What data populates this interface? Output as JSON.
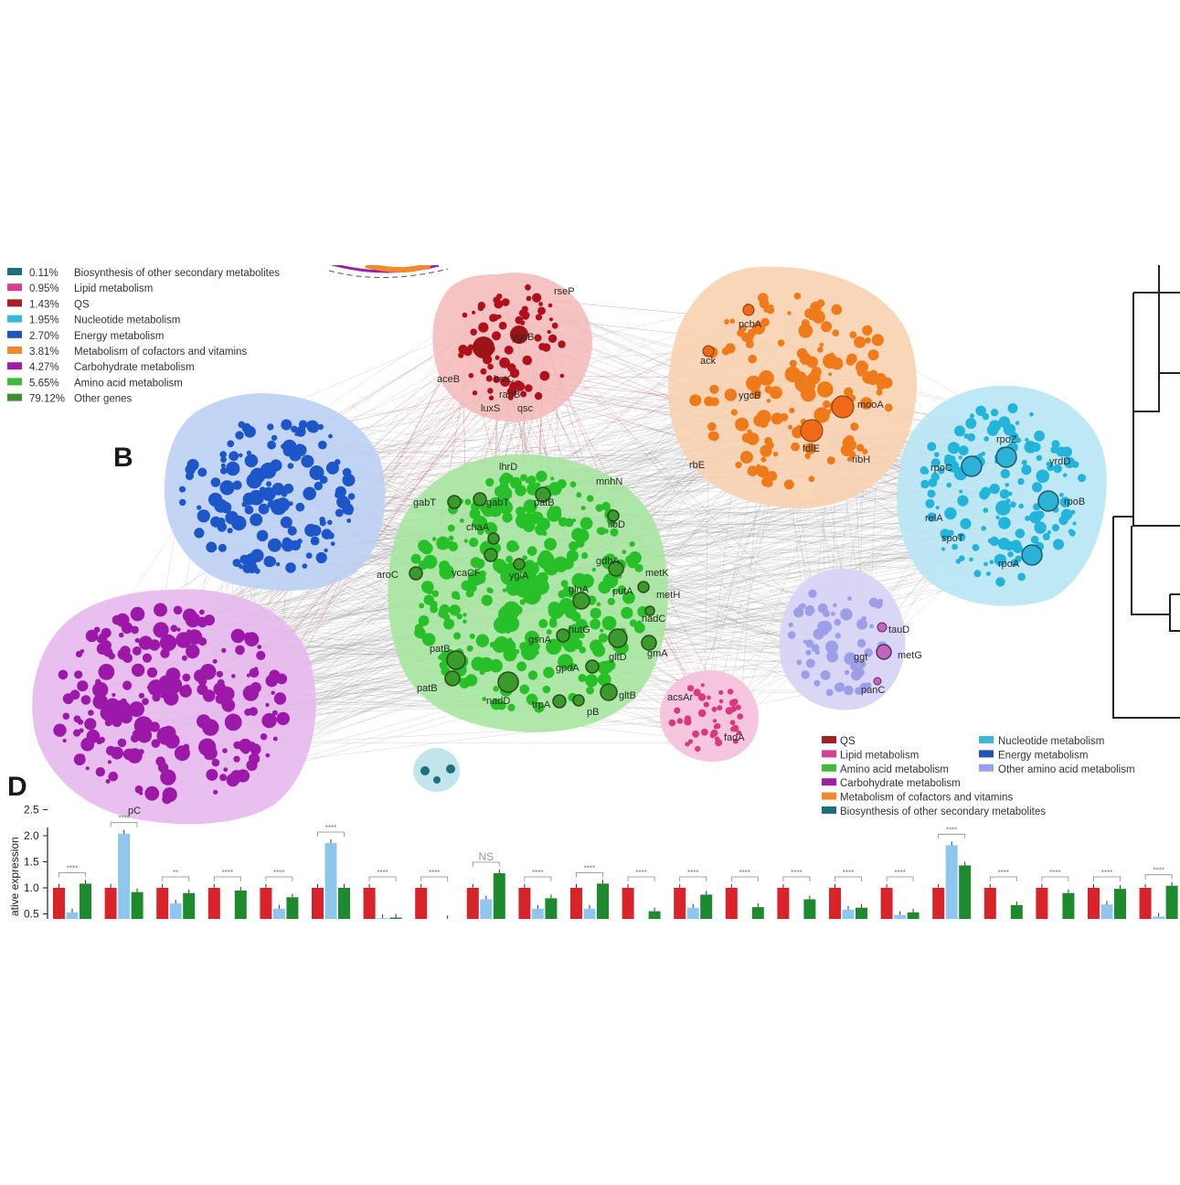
{
  "figure": {
    "panel_b": "B",
    "panel_d": "D",
    "percent_legend": [
      {
        "pct": "0.11%",
        "label": "Biosynthesis of other secondary metabolites",
        "color": "#1e6f7c"
      },
      {
        "pct": "0.95%",
        "label": "Lipid metabolism",
        "color": "#d4418e"
      },
      {
        "pct": "1.43%",
        "label": "QS",
        "color": "#a51d25"
      },
      {
        "pct": "1.95%",
        "label": "Nucleotide metabolism",
        "color": "#3ab8d8"
      },
      {
        "pct": "2.70%",
        "label": "Energy metabolism",
        "color": "#1f55b8"
      },
      {
        "pct": "3.81%",
        "label": "Metabolism of cofactors and vitamins",
        "color": "#f08a2c"
      },
      {
        "pct": "4.27%",
        "label": "Carbohydrate metabolism",
        "color": "#9c1fa8"
      },
      {
        "pct": "5.65%",
        "label": "Amino acid metabolism",
        "color": "#3fba3a"
      },
      {
        "pct": "79.12%",
        "label": "Other genes",
        "color": "#3f8f32"
      }
    ],
    "category_legend": [
      {
        "label": "QS",
        "color": "#a51d25"
      },
      {
        "label": "Lipid metabolism",
        "color": "#d4418e"
      },
      {
        "label": "Amino acid metabolism",
        "color": "#3fba3a"
      },
      {
        "label": "Carbohydrate metabolism",
        "color": "#9c1fa8"
      },
      {
        "label": "Metabolism of cofactors and vitamins",
        "color": "#f08a2c"
      },
      {
        "label": "Biosynthesis of other secondary metabolites",
        "color": "#1e6f7c"
      },
      {
        "label": "Nucleotide metabolism",
        "color": "#3ab8d8"
      },
      {
        "label": "Energy metabolism",
        "color": "#1f55b8"
      },
      {
        "label": "Other amino acid metabolism",
        "color": "#9b9ee8"
      }
    ],
    "gene_labels": {
      "qs": [
        "rseP",
        "ygcB",
        "bstC",
        "aceB",
        "ranB",
        "luxS",
        "qsc"
      ],
      "cofactors": [
        "pcbA",
        "ack",
        "ygcB",
        "mooA",
        "fdlE",
        "rbE",
        "ribH"
      ],
      "nucleotide": [
        "rpoC",
        "rpoZ",
        "yrdD",
        "rpoB",
        "relA",
        "spoT",
        "rpoA"
      ],
      "amino": [
        "gabT",
        "gabT",
        "patB",
        "mnhN",
        "lhrD",
        "ilbD",
        "chaA",
        "aroC",
        "ycaCF",
        "ygiA",
        "glnA",
        "gdhA",
        "putA",
        "metK",
        "metH",
        "nadC",
        "gsnA",
        "hutG",
        "gltD",
        "gmA",
        "patB",
        "gpdA",
        "trpA",
        "nadD",
        "gltB",
        "pB"
      ],
      "other_amino": [
        "tauD",
        "ggt",
        "metG",
        "panC"
      ],
      "lipid": [
        "acsAr",
        "fadA"
      ],
      "carbohydrate": [
        "pC"
      ]
    }
  },
  "chart_data": {
    "type": "bar",
    "ylabel": "ative expression",
    "yticks": [
      "2.5",
      "2.0",
      "1.5",
      "1.0",
      "0.5"
    ],
    "ylim": [
      0.5,
      2.5
    ],
    "series_colors": [
      "#d8232a",
      "#8ec6ee",
      "#1e8a2e"
    ],
    "groups": [
      {
        "sig": "****",
        "values": [
          1.0,
          0.53,
          1.08
        ]
      },
      {
        "sig": "****",
        "values": [
          1.0,
          2.04,
          0.92
        ]
      },
      {
        "sig": "**",
        "values": [
          1.0,
          0.7,
          0.9
        ]
      },
      {
        "sig": "****",
        "values": [
          1.0,
          0.0,
          0.95
        ]
      },
      {
        "sig": "****",
        "values": [
          1.0,
          0.6,
          0.82
        ]
      },
      {
        "sig": "****",
        "values": [
          1.0,
          1.86,
          1.0
        ]
      },
      {
        "sig": "****",
        "values": [
          1.0,
          0.42,
          0.43
        ]
      },
      {
        "sig": "****",
        "values": [
          1.0,
          0.0,
          0.4
        ]
      },
      {
        "sig": "NS",
        "values": [
          1.0,
          0.78,
          1.28
        ]
      },
      {
        "sig": "****",
        "values": [
          1.0,
          0.6,
          0.8
        ]
      },
      {
        "sig": "****",
        "values": [
          1.0,
          0.6,
          1.08
        ]
      },
      {
        "sig": "****",
        "values": [
          1.0,
          0.0,
          0.55
        ]
      },
      {
        "sig": "****",
        "values": [
          1.0,
          0.62,
          0.87
        ]
      },
      {
        "sig": "****",
        "values": [
          1.0,
          0.0,
          0.63
        ]
      },
      {
        "sig": "****",
        "values": [
          1.0,
          0.0,
          0.78
        ]
      },
      {
        "sig": "****",
        "values": [
          1.0,
          0.58,
          0.62
        ]
      },
      {
        "sig": "****",
        "values": [
          1.0,
          0.48,
          0.53
        ]
      },
      {
        "sig": "****",
        "values": [
          1.0,
          1.82,
          1.43
        ]
      },
      {
        "sig": "****",
        "values": [
          1.0,
          0.0,
          0.67
        ]
      },
      {
        "sig": "****",
        "values": [
          1.0,
          0.0,
          0.9
        ]
      },
      {
        "sig": "****",
        "values": [
          1.0,
          0.68,
          0.98
        ]
      },
      {
        "sig": "****",
        "values": [
          1.0,
          0.45,
          1.04
        ]
      }
    ]
  }
}
